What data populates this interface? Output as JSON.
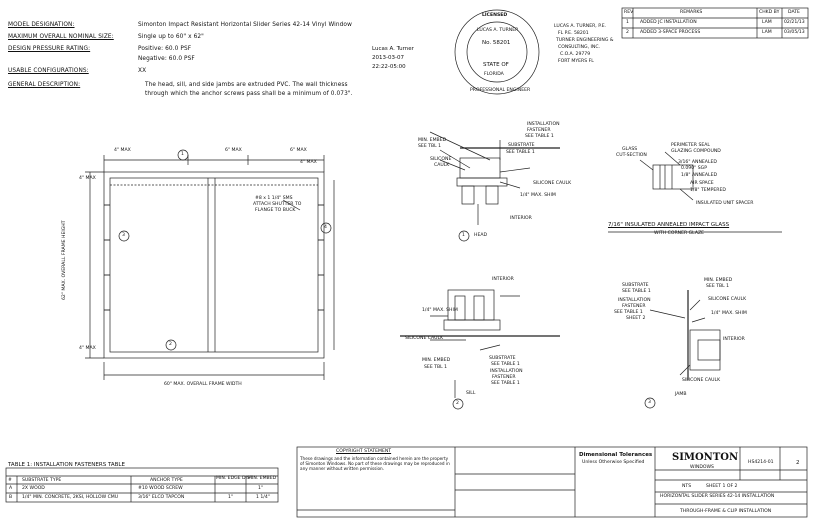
{
  "header": {
    "rows": [
      {
        "label": "MODEL DESIGNATION:",
        "value": "Simonton Impact Resistant Horizontal Slider Series 42-14 Vinyl Window"
      },
      {
        "label": "MAXIMUM OVERALL NOMINAL SIZE:",
        "value": "Single up to 60\" x 62\""
      },
      {
        "label": "DESIGN PRESSURE RATING:",
        "value": "Positive: 60.0 PSF"
      },
      {
        "label": "",
        "value": "Negative: 60.0 PSF"
      },
      {
        "label": "USABLE CONFIGURATIONS:",
        "value": "XX"
      },
      {
        "label": "GENERAL DESCRIPTION:",
        "value": "The head, sill, and side jambs are extruded PVC. The wall thickness"
      },
      {
        "label": "",
        "value": "through which the anchor screws pass shall be a minimum of 0.073\"."
      }
    ],
    "signer": [
      "Lucas A. Turner",
      "2013-03-07",
      "22:22-05:00"
    ]
  },
  "seal": {
    "top": "LICENSED",
    "bottom": "PROFESSIONAL ENGINEER",
    "name": "LUCAS A. TURNER",
    "number": "No. 58201",
    "state": "STATE OF",
    "state_name": "FLORIDA"
  },
  "engineer": [
    "LUCAS A. TURNER, P.E.",
    "FL P.E. 58201",
    "TURNER ENGINEERING &",
    "CONSULTING, INC.",
    "C.O.A. 29779",
    "FORT MYERS FL"
  ],
  "revisions": {
    "headers": [
      "REV",
      "REMARKS",
      "CHKD BY",
      "DATE"
    ],
    "rows": [
      [
        "1",
        "ADDED JC INSTALLATION",
        "LAM",
        "02/21/13"
      ],
      [
        "2",
        "ADDED 3-SPACE PROCESS",
        "LAM",
        "03/05/13"
      ]
    ]
  },
  "elevation": {
    "dims": [
      "4\" MAX",
      "6\" MAX",
      "6\" MAX",
      "4\" MAX",
      "4\" MAX",
      "4\" MAX"
    ],
    "callout": [
      "#8 x 1 1/4\" SMS",
      "ATTACH SHUTTER TO",
      "FLANGE TO BUCK"
    ],
    "height": "62\" MAX. OVERALL FRAME HEIGHT",
    "width": "60\" MAX. OVERALL FRAME WIDTH",
    "markers": [
      "3",
      "4",
      "1",
      "2"
    ]
  },
  "head_detail": {
    "labels": [
      "INSTALLATION",
      "FASTENER",
      "SEE TABLE 1",
      "MIN. EMBED",
      "SEE TBL 1",
      "SILICONE",
      "CAULK",
      "SUBSTRATE",
      "SEE TABLE 1",
      "1/4\" MAX. SHIM",
      "SILICONE CAULK",
      "INTERIOR"
    ],
    "title": "HEAD",
    "num": "1"
  },
  "insulated_detail": {
    "labels": [
      "GLASS",
      "CUT-SECTION",
      "PERIMETER SEAL",
      "GLAZING COMPOUND",
      "3/16\" ANNEALED",
      "0.090\" SGP",
      "1/8\" ANNEALED",
      "AIR SPACE",
      "1/8\" TEMPERED",
      "INSULATED UNIT SPACER"
    ],
    "title": "7/16\" INSULATED ANNEALED IMPACT GLASS",
    "subtitle": "WITH CORNER GLAZE"
  },
  "sill_detail": {
    "labels": [
      "INTERIOR",
      "1/4\" MAX. SHIM",
      "SILICONE CAULK",
      "MIN. EMBED",
      "SEE TBL 1",
      "SUBSTRATE",
      "SEE TABLE 1",
      "INSTALLATION",
      "FASTENER",
      "SEE TABLE 1"
    ],
    "title": "SILL",
    "num": "2"
  },
  "jamb_detail": {
    "labels": [
      "SUBSTRATE",
      "SEE TABLE 1",
      "MIN. EMBED",
      "SEE TBL 1",
      "INSTALLATION",
      "FASTENER",
      "SEE TABLE 1",
      "SHEET 2",
      "SILICONE CAULK",
      "1/4\" MAX. SHIM",
      "INTERIOR",
      "SILICONE CAULK"
    ],
    "title": "JAMB",
    "num": "3"
  },
  "fastener_table": {
    "title": "TABLE 1: INSTALLATION FASTENERS TABLE",
    "headers": [
      "#",
      "SUBSTRATE TYPE",
      "ANCHOR TYPE",
      "MIN. EDGE DIST.",
      "MIN. EMBED"
    ],
    "rows": [
      [
        "A",
        "2X WOOD",
        "#10 WOOD SCREW",
        "",
        "1\""
      ],
      [
        "B",
        "1/4\" MIN. CONCRETE, 2KSI, HOLLOW CMU",
        "3/16\" ELCO TAPCON",
        "1\"",
        "1 1/4\""
      ]
    ]
  },
  "title_block": {
    "note_title": "COPYRIGHT STATEMENT",
    "note": "These drawings and the information contained herein are the property of Simonton Windows. No part of these drawings may be reproduced in any manner without written permission.",
    "company": "SIMONTON",
    "company_sub": "WINDOWS",
    "tolerances": "Dimensional Tolerances",
    "tol_sub": "Unless Otherwise Specified",
    "drawing": "HORIZONTAL SLIDER SERIES 42-14 INSTALLATION",
    "sheet": "SHEET 1 OF 2",
    "scale": "NTS",
    "rev": "2",
    "dwg_no": "HS4214-01",
    "footer": "THROUGH-FRAME & CLIP INSTALLATION"
  }
}
